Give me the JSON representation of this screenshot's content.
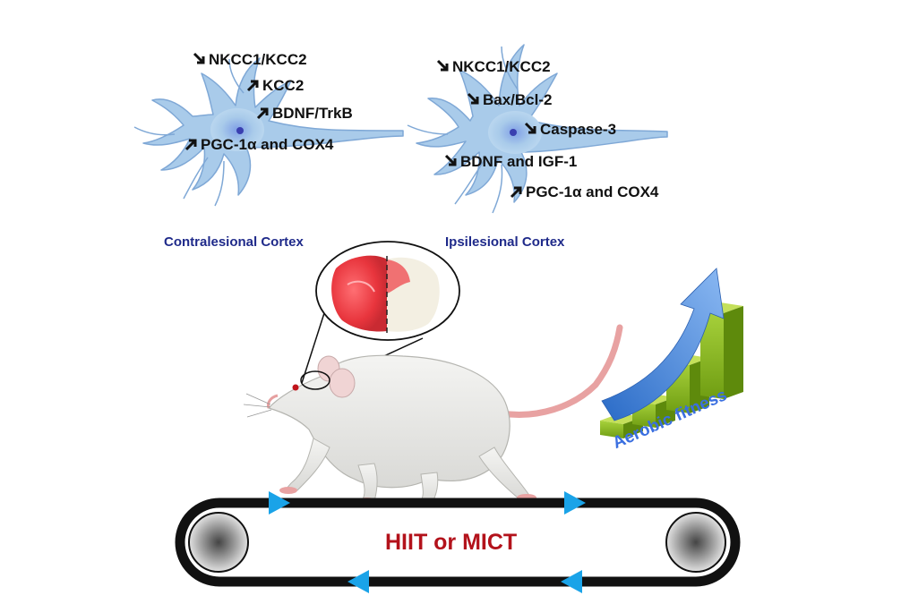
{
  "contralesional": {
    "title": "Contralesional Cortex",
    "markers": [
      {
        "dir": "down",
        "text": "NKCC1/KCC2"
      },
      {
        "dir": "up",
        "text": "KCC2"
      },
      {
        "dir": "up",
        "text": "BDNF/TrkB"
      },
      {
        "dir": "up",
        "text": "PGC-1α and COX4"
      }
    ]
  },
  "ipsilesional": {
    "title": "Ipsilesional Cortex",
    "markers": [
      {
        "dir": "down",
        "text": "NKCC1/KCC2"
      },
      {
        "dir": "down",
        "text": "Bax/Bcl-2"
      },
      {
        "dir": "down",
        "text": "Caspase-3"
      },
      {
        "dir": "down",
        "text": "BDNF and IGF-1"
      },
      {
        "dir": "up",
        "text": "PGC-1α and COX4"
      }
    ]
  },
  "treadmill": {
    "label": "HIIT or MICT"
  },
  "fitness": {
    "label": "Aerobic fitness"
  },
  "colors": {
    "neuron": "#a9cbea",
    "neuron_stroke": "#7fa8d6",
    "region_text": "#1f2a8a",
    "belt_text": "#b3121b",
    "fitness_text": "#3a6fe0",
    "belt_arrow": "#1aa3e8",
    "bars": "#8fbf1a"
  },
  "icons": [
    "neuron-icon",
    "brain-slice-icon",
    "rat-icon",
    "treadmill-icon",
    "growth-chart-icon"
  ]
}
